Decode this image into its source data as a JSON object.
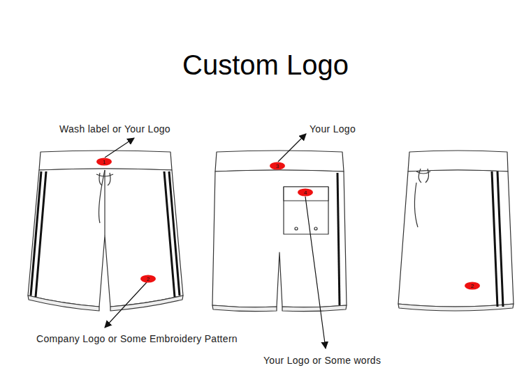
{
  "diagram": {
    "title": "Custom Logo",
    "labels": [
      "Wash label or Your Logo",
      "1",
      "Your Logo",
      "3",
      "4",
      "2",
      "2",
      "Company Logo or Some Embroidery Pattern",
      "Your Logo or Some words"
    ]
  }
}
